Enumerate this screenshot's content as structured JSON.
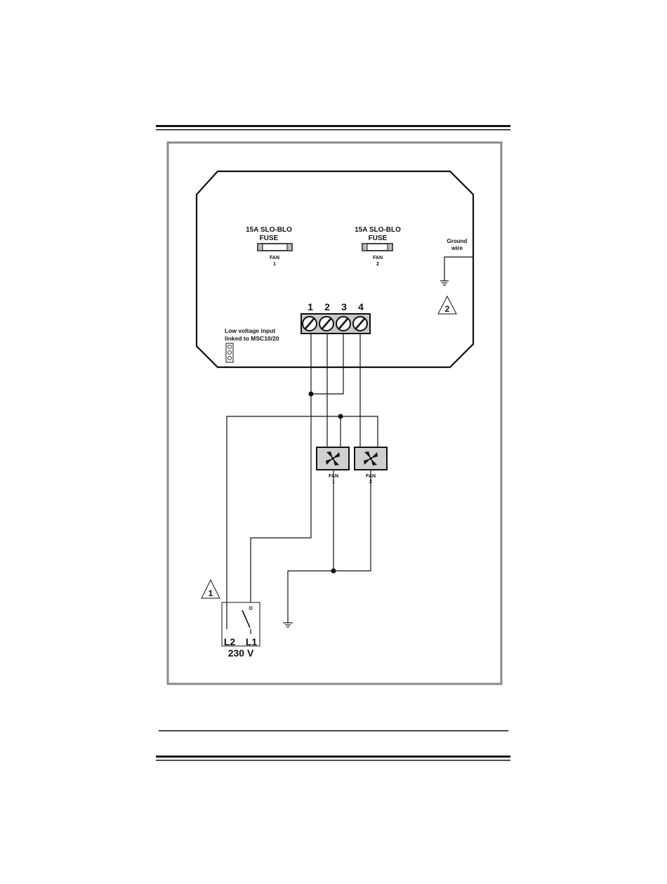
{
  "diagram": {
    "fuses": [
      {
        "rating": "15A SLO-BLO",
        "type": "FUSE",
        "fan_label": "FAN",
        "fan_num": "1"
      },
      {
        "rating": "15A SLO-BLO",
        "type": "FUSE",
        "fan_label": "FAN",
        "fan_num": "2"
      }
    ],
    "ground_wire": {
      "line1": "Ground",
      "line2": "wire"
    },
    "terminals": [
      "1",
      "2",
      "3",
      "4"
    ],
    "low_voltage": {
      "line1": "Low voltage input",
      "line2": "linked to MSC10/20"
    },
    "fans": [
      {
        "label": "FAN",
        "num": "1"
      },
      {
        "label": "FAN",
        "num": "2"
      }
    ],
    "warnings": [
      "1",
      "2"
    ],
    "supply": {
      "l2": "L2",
      "l1": "L1",
      "voltage": "230 V"
    },
    "colors": {
      "line": "#111111",
      "frame": "#8a8a8a",
      "fan_fill": "#d0d0d0",
      "terminal_fill": "#c8c8c8"
    }
  }
}
